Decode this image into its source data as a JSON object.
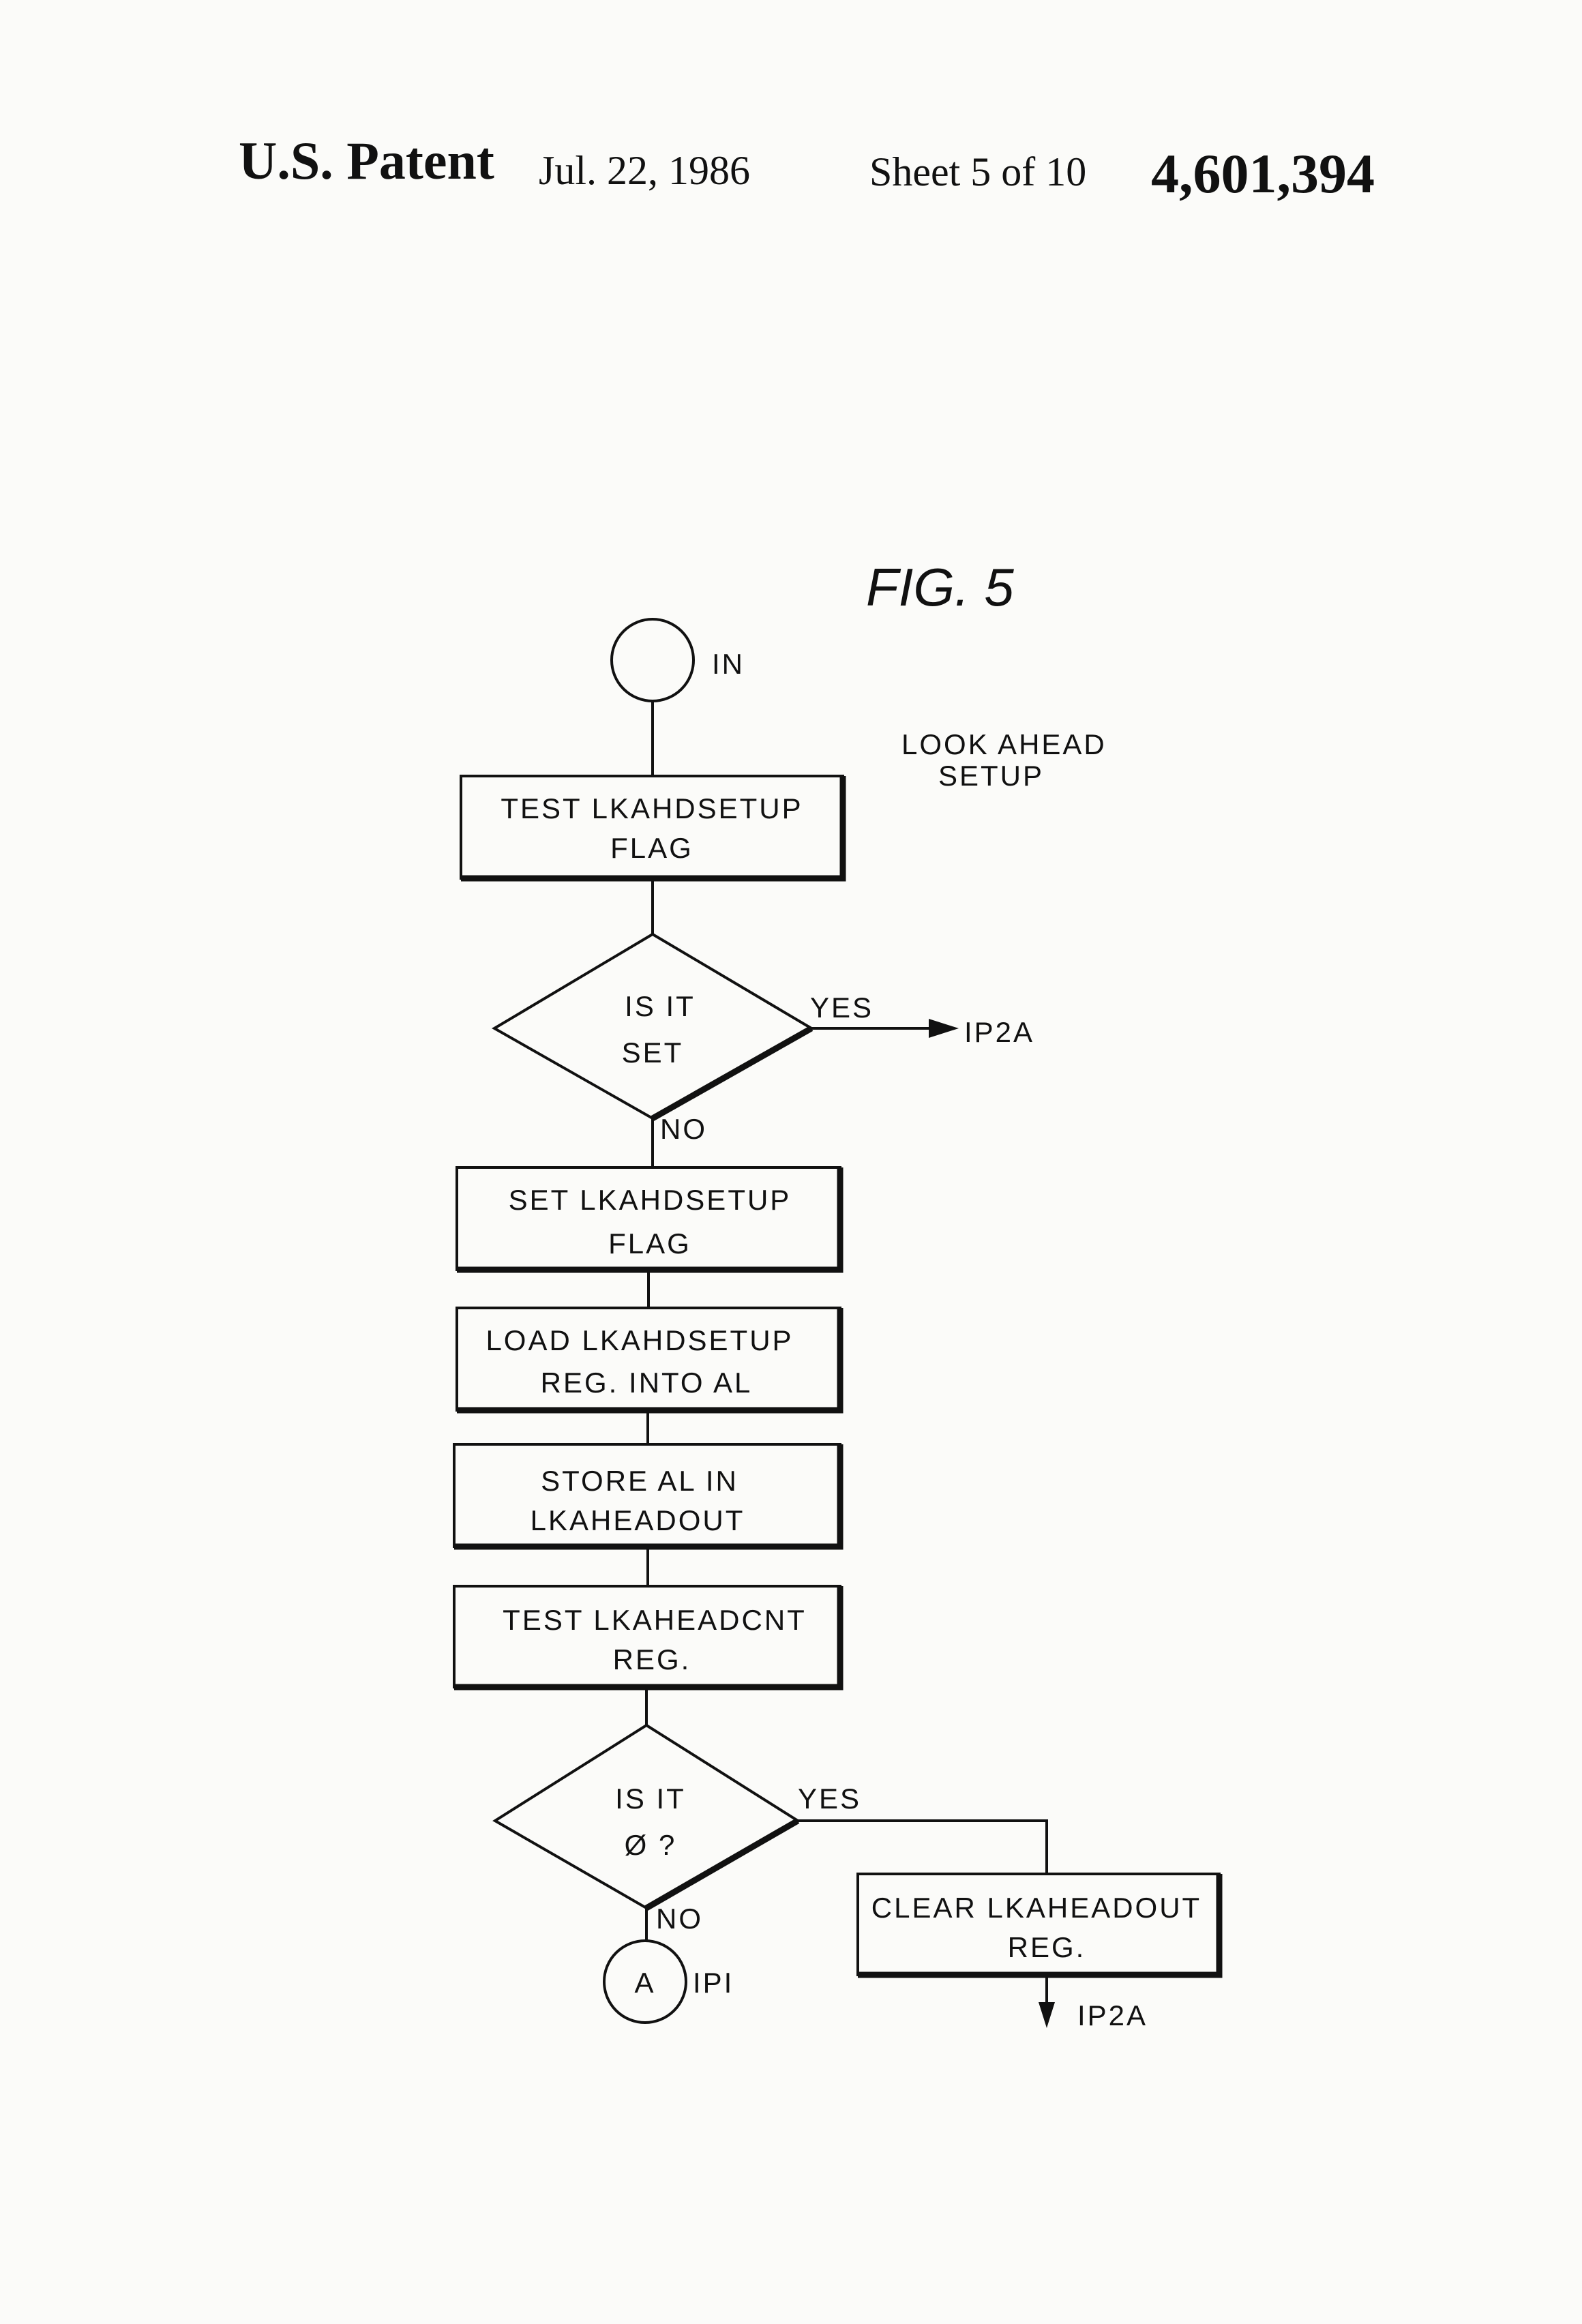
{
  "header": {
    "patent": "U.S. Patent",
    "date": "Jul. 22, 1986",
    "sheet": "Sheet 5 of 10",
    "number": "4,601,394"
  },
  "figure": {
    "title": "FIG. 5",
    "caption_line1": "LOOK AHEAD",
    "caption_line2": "SETUP"
  },
  "flow": {
    "start": "IN",
    "test_flag": [
      "TEST LKAHDSETUP",
      "FLAG"
    ],
    "decision1": [
      "IS IT",
      "SET"
    ],
    "decision1_yes": "YES",
    "decision1_yes_target": "IP2A",
    "decision1_no": "NO",
    "set_flag": [
      "SET LKAHDSETUP",
      "FLAG"
    ],
    "load_reg": [
      "LOAD LKAHDSETUP",
      "REG. INTO AL"
    ],
    "store_al": [
      "STORE AL IN",
      "LKAHEADOUT"
    ],
    "test_cnt": [
      "TEST LKAHEADCNT",
      "REG."
    ],
    "decision2": [
      "IS IT",
      "Ø ?"
    ],
    "decision2_yes": "YES",
    "decision2_no": "NO",
    "connector_a": "A",
    "connector_a_label": "IPI",
    "clear_reg": [
      "CLEAR LKAHEADOUT",
      "REG."
    ],
    "clear_target": "IP2A"
  }
}
